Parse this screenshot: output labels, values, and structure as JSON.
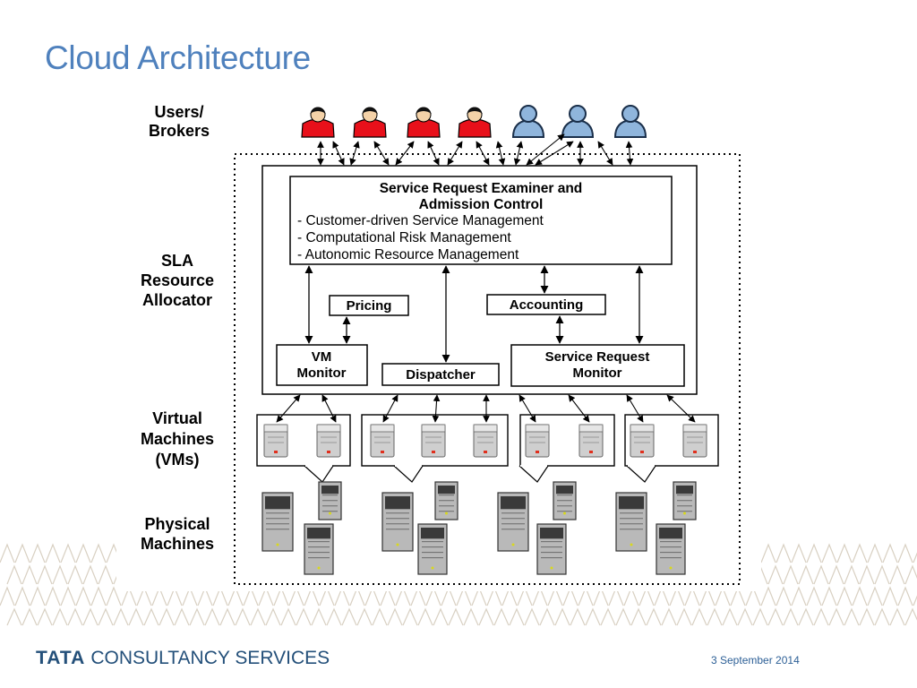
{
  "slide": {
    "title": "Cloud Architecture",
    "date": "3 September 2014"
  },
  "footer": {
    "brand": "TATA",
    "company": "CONSULTANCY SERVICES"
  },
  "diagram": {
    "layers": {
      "users": [
        "Users/",
        "Brokers"
      ],
      "sla": [
        "SLA",
        "Resource",
        "Allocator"
      ],
      "vms": [
        "Virtual",
        "Machines",
        "(VMs)"
      ],
      "physical": [
        "Physical",
        "Machines"
      ]
    },
    "examiner": {
      "title_lines": [
        "Service Request Examiner and",
        "Admission Control"
      ],
      "items": [
        "- Customer-driven Service Management",
        "- Computational Risk Management",
        "- Autonomic Resource Management"
      ]
    },
    "components": {
      "pricing": "Pricing",
      "accounting": "Accounting",
      "vm_monitor": [
        "VM",
        "Monitor"
      ],
      "dispatcher": "Dispatcher",
      "service_request_monitor": [
        "Service Request",
        "Monitor"
      ]
    },
    "users": {
      "consumers": 4,
      "brokers": 3
    },
    "colors": {
      "consumer": "#e8101a",
      "broker": "#8fb5dc",
      "title": "#4f81bd",
      "pattern": "#d8d0c2"
    }
  }
}
